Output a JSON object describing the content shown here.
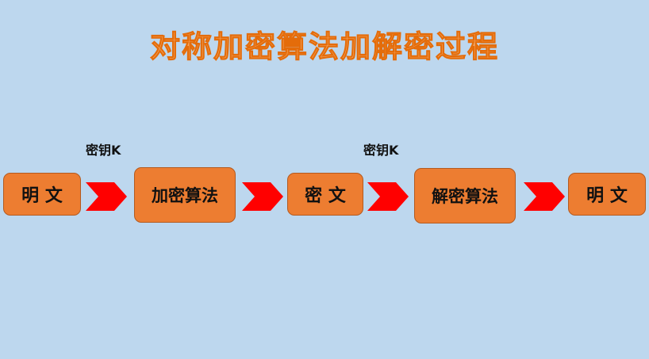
{
  "title": "对称加密算法加解密过程",
  "colors": {
    "background": "#bdd7ee",
    "box_fill": "#ed7d31",
    "arrow": "#ff0000",
    "title": "#f4a460"
  },
  "keys": {
    "encrypt_key": "密钥K",
    "decrypt_key": "密钥K"
  },
  "steps": [
    {
      "label": "明 文"
    },
    {
      "label": "加密算法"
    },
    {
      "label": "密 文"
    },
    {
      "label": "解密算法"
    },
    {
      "label": "明 文"
    }
  ],
  "arrows": [
    "chevron-right-icon",
    "chevron-right-icon",
    "chevron-right-icon",
    "chevron-right-icon"
  ]
}
